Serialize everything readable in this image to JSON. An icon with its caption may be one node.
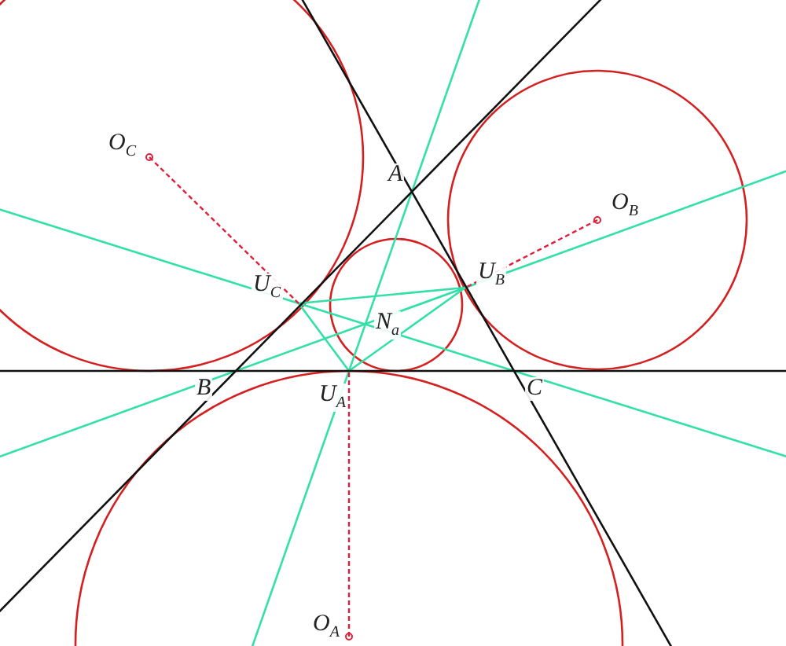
{
  "diagram": {
    "labels": [
      "O$_{C}$",
      "A",
      "O$_{B}$",
      "U$_{C}$",
      "U$_{B}$",
      "N$_{a}$",
      "B",
      "U$_{A}$",
      "C",
      "O$_{A}$"
    ]
  }
}
